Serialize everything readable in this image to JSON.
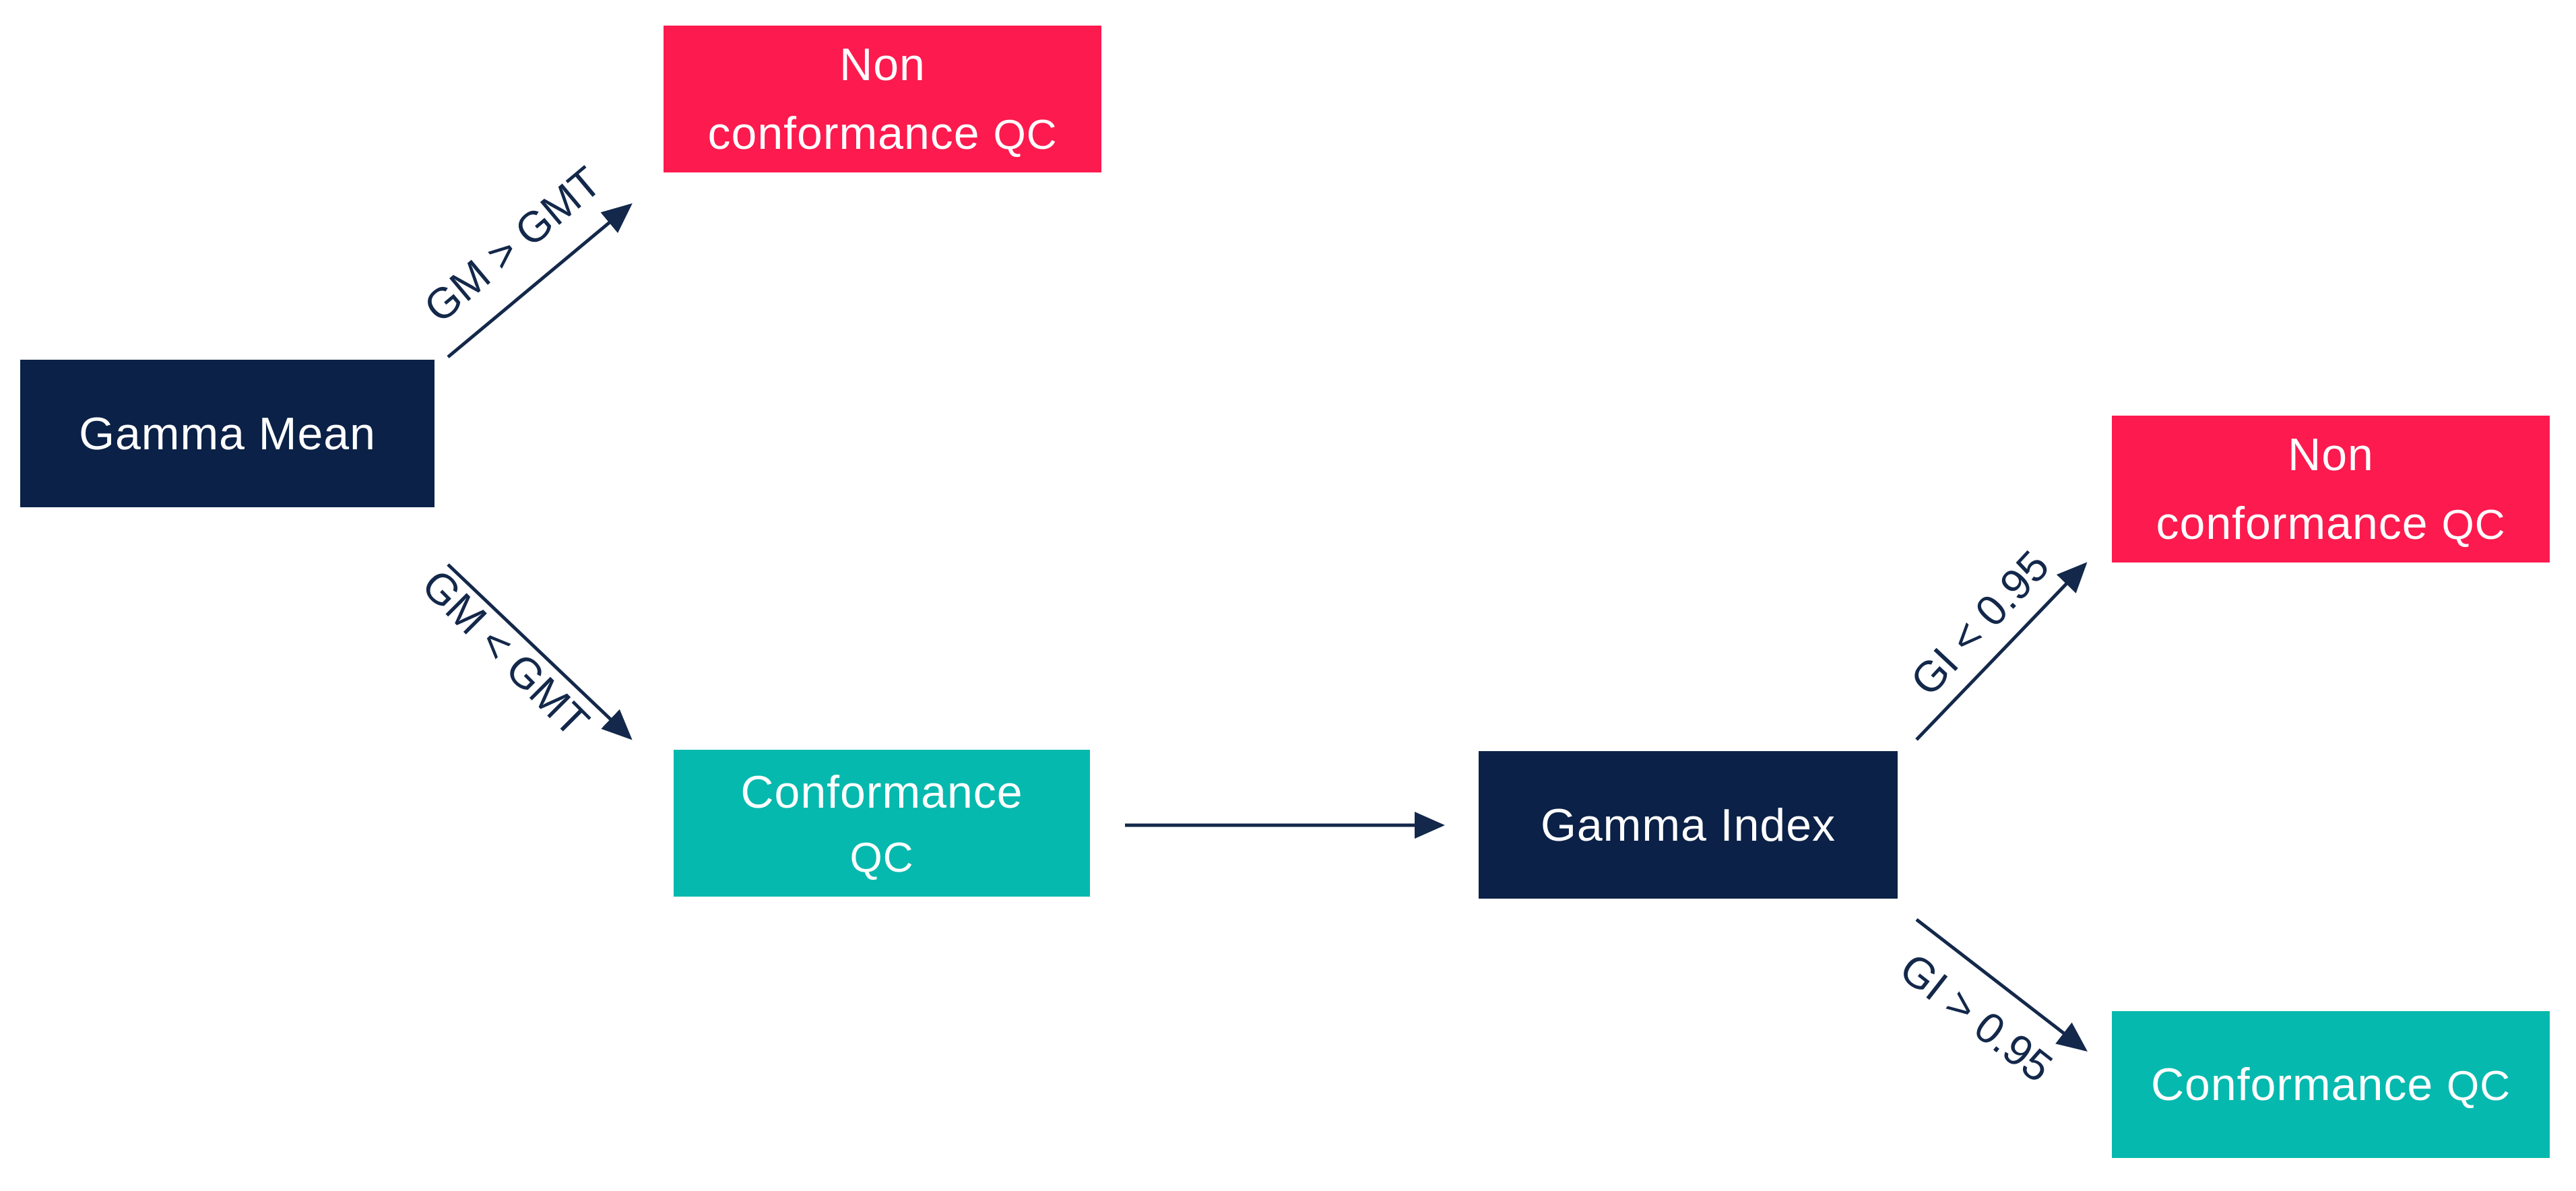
{
  "colors": {
    "decision": "#0b2147",
    "nonconformance": "#fd1a4e",
    "conformance": "#06b9ae",
    "arrow": "#13284a"
  },
  "nodes": {
    "gamma_mean": {
      "label": "Gamma Mean"
    },
    "nonconf_top": {
      "line1": "Non",
      "line2": "conformance",
      "suffix": "QC"
    },
    "conf_mid": {
      "line1": "Conformance",
      "line2": "QC"
    },
    "gamma_index": {
      "label": "Gamma Index"
    },
    "nonconf_right": {
      "line1": "Non",
      "line2": "conformance",
      "suffix": "QC"
    },
    "conf_right": {
      "label": "Conformance",
      "suffix": "QC"
    }
  },
  "edges": {
    "gm_gt_gmt": "GM > GMT",
    "gm_lt_gmt": "GM < GMT",
    "gi_lt": "GI < 0.95",
    "gi_gt": "GI > 0.95"
  }
}
